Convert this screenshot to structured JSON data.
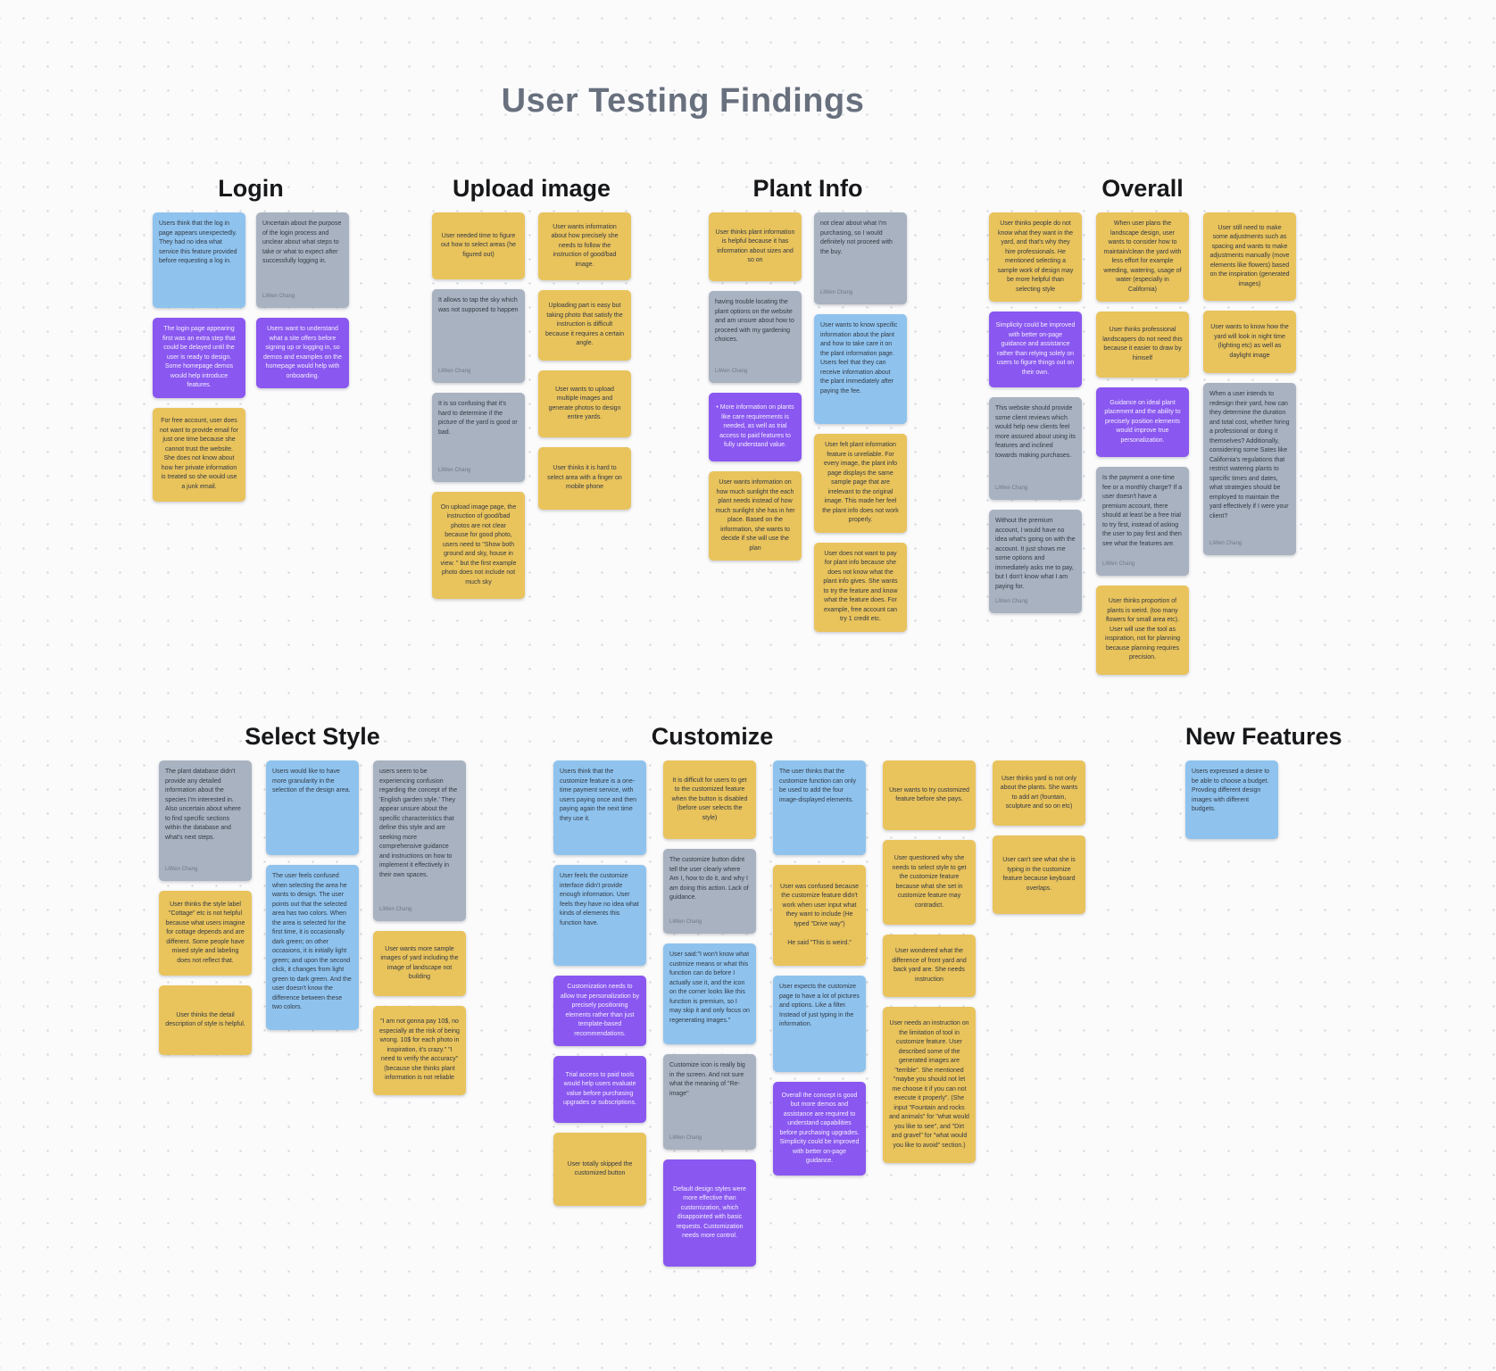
{
  "board": {
    "title": "User Testing Findings"
  },
  "palette": {
    "blue": "#8FC3EE",
    "gray": "#A9B2C0",
    "purple": "#8A57F0",
    "yellow": "#E9C35C"
  },
  "sections": [
    {
      "title": "Login",
      "columns": [
        {
          "notes": [
            {
              "color": "blue",
              "text": "Users think that the log in page appears unexpectedly. They had no idea what service this feature provided before requesting a log in."
            },
            {
              "color": "purple",
              "text": "The login page appearing first was an extra step that could be delayed until the user is ready to design. Some homepage demos would help introduce features."
            },
            {
              "color": "yellow",
              "text": "For free account, user does not want to provide email for just one time because she cannot trust the website. She does not know about how her private information is treated so she would use a junk email."
            }
          ]
        },
        {
          "notes": [
            {
              "color": "gray",
              "text": "Uncertain about the purpose of the login process and unclear about what steps to take or what to expect after successfully logging in.",
              "author": "LiWen Chang"
            },
            {
              "color": "purple",
              "text": "Users want to understand what a site offers before signing up or logging in, so demos and examples on the homepage would help with onboarding."
            }
          ]
        }
      ]
    },
    {
      "title": "Upload image",
      "columns": [
        {
          "notes": [
            {
              "color": "yellow",
              "text": "User needed time to figure out how to select areas (he figured out)"
            },
            {
              "color": "gray",
              "text": "It allows to tap the sky which was not supposed to happen",
              "author": "LiWen Chang"
            },
            {
              "color": "gray",
              "text": "It is so confusing that it's hard to determine if the picture of the yard is good or bad.",
              "author": "LiWen Chang"
            },
            {
              "color": "yellow",
              "text": "On upload image page, the instruction of good/bad photos are not clear because for good photo, users need to \"Show both ground and sky, house in view. \" but the first example photo does not include not much sky"
            }
          ]
        },
        {
          "notes": [
            {
              "color": "yellow",
              "text": "User wants information about how precisely she needs to follow the instruction of good/bad image."
            },
            {
              "color": "yellow",
              "text": "Uploading part is easy but taking photo that satisfy the instruction is difficult because it requires a certain angle."
            },
            {
              "color": "yellow",
              "text": "User wants to upload multiple images and generate photos to design entire yards."
            },
            {
              "color": "yellow",
              "text": "User thinks it is hard to select area with a finger on mobile phone"
            }
          ]
        }
      ]
    },
    {
      "title": "Plant Info",
      "columns": [
        {
          "notes": [
            {
              "color": "yellow",
              "text": "User thinks plant information is helpful because it has information about sizes and so on"
            },
            {
              "color": "gray",
              "text": "having trouble locating the plant options on the website and am unsure about how to proceed with my gardening choices.",
              "author": "LiWen Chang"
            },
            {
              "color": "purple",
              "text": "•  More information on plants like care requirements is needed, as well as trial access to paid features to fully understand value."
            },
            {
              "color": "yellow",
              "text": "User wants information on how much sunlight the each plant needs instead of how much sunlight she has in her place. Based on the information, she wants to decide if she will use the plan"
            }
          ]
        },
        {
          "notes": [
            {
              "color": "gray",
              "text": "not clear about what I'm purchasing, so I would definitely not proceed with the buy.",
              "author": "LiWen Chang"
            },
            {
              "color": "blue",
              "text": "User wants to know specific information about the plant and how to take care it on the plant information page. Users feel that they can receive information about the plant immediately after paying the fee."
            },
            {
              "color": "yellow",
              "text": "User felt plant information feature is unreliable. For every image, the plant info page displays the same sample page that are irrelevant to the original image. This made her feel the plant info does not work properly."
            },
            {
              "color": "yellow",
              "text": "User does not want to pay for plant info because she does not know what the plant info gives. She wants to try the feature and know what the feature does. For example, free account can try 1 credit etc."
            }
          ]
        }
      ]
    },
    {
      "title": "Overall",
      "columns": [
        {
          "notes": [
            {
              "color": "yellow",
              "text": "User thinks people do not know what they want in the yard, and that's why they hire professionals. He mentioned selecting a sample work of design may be more helpful than selecting style"
            },
            {
              "color": "purple",
              "text": "Simplicity could be improved with better on-page guidance and assistance rather than relying solely on users to figure things out on their own."
            },
            {
              "color": "gray",
              "text": "This website should provide some client reviews which would help new clients feel more assured about using its features and inclined towards making purchases.",
              "author": "LiWen Chang"
            },
            {
              "color": "gray",
              "text": "Without the premium account, I would have no idea what's going on with the account. It just shows me some options and immediately asks me to pay, but I don't know what I am paying for.",
              "author": "LiWen Chang"
            }
          ]
        },
        {
          "notes": [
            {
              "color": "yellow",
              "text": "When user plans the landscape design, user wants to consider how to maintain/clean the yard with less effort for example weeding, watering, usage of water (especially in California)"
            },
            {
              "color": "yellow",
              "text": "User thinks professional landscapers do not need this because it easier to draw by himself"
            },
            {
              "color": "purple",
              "text": "Guidance on ideal plant placement and the ability to precisely position elements would improve true personalization."
            },
            {
              "color": "gray",
              "text": "Is the payment a one-time fee or a monthly charge? If a user doesn't have a premium account, there should at least be a free trial to try first, instead of asking the user to pay first and then see what the features are.",
              "author": "LiWen Chang"
            },
            {
              "color": "yellow",
              "text": "User thinks proportion of plants is weird. (too many flowers for small area etc). User will use the tool as inspiration, not for planning because planning requires precision."
            }
          ]
        },
        {
          "notes": [
            {
              "color": "yellow",
              "text": "User still need to make some adjustments such as spacing and wants to make adjustments manually (move elements like flowers) based on the inspiration (generated images)"
            },
            {
              "color": "yellow",
              "text": "User wants to know how the yard will look in night time (lighting etc) as well as daylight image"
            },
            {
              "color": "gray",
              "text": "When a user intends to redesign their yard, how can they determine the duration and total cost, whether hiring a professional or doing it themselves? Additionally, considering some Sates like California's regulations that restrict watering plants to specific times and dates, what strategies should be employed to maintain the yard effectively if I were your client?",
              "author": "LiWen Chang"
            }
          ]
        }
      ]
    },
    {
      "title": "Select Style",
      "columns": [
        {
          "notes": [
            {
              "color": "gray",
              "text": "The plant database didn't provide any detailed information about the species I'm interested in. Also uncertain about where to find specific sections within the database and what's next steps.",
              "author": "LiWen Chang"
            },
            {
              "color": "yellow",
              "text": "User thinks the style label \"Cottage\" etc is not helpful because what users imagine for cottage depends and are different. Some people have mixed style and labeling does not reflect that."
            },
            {
              "color": "yellow",
              "text": "User thinks the detail description of style is helpful."
            }
          ]
        },
        {
          "notes": [
            {
              "color": "blue",
              "text": "Users would like to have more granularity in the selection of the design area."
            },
            {
              "color": "blue",
              "text": "The user feels confused when selecting the area he wants to design. The user points out that the selected area has two colors. When the area is selected for the first time, it is occasionally dark green; on other occasions, it is initially light green; and upon the second click, it changes from light green to dark green. And the user doesn't know the difference between these two colors."
            }
          ]
        },
        {
          "notes": [
            {
              "color": "gray",
              "text": "users seem to be experiencing confusion regarding the concept of the 'English garden style.' They appear unsure about the specific characteristics that define this style and are seeking more comprehensive guidance and instructions on how to implement it effectively in their own spaces.",
              "author": "LiWen Chang"
            },
            {
              "color": "yellow",
              "text": "User wants more sample images of yard including the image of landscape not building"
            },
            {
              "color": "yellow",
              "text": "\"I am not gonna pay 10$, no especially at the risk of being wrong. 10$ for each photo in inspiration, it's crazy.\"  \"I need to verify the accuracy\" (because she thinks plant information is not reliable"
            }
          ]
        }
      ]
    },
    {
      "title": "Customize",
      "columns": [
        {
          "notes": [
            {
              "color": "blue",
              "text": "Users  think that the customize feature is a one-time payment service, with users paying once and then paying again the next time they use it."
            },
            {
              "color": "blue",
              "text": "User feels the customize interface didn't provide enough information. User feels they have no idea what kinds of elements this function have."
            },
            {
              "color": "purple",
              "text": "Customization needs to allow true personalization by precisely positioning elements rather than just template-based recommendations."
            },
            {
              "color": "purple",
              "text": "Trial access to paid tools would help users evaluate value before purchasing upgrades or subscriptions."
            },
            {
              "color": "yellow",
              "text": "User totally skipped the customized button"
            }
          ]
        },
        {
          "notes": [
            {
              "color": "yellow",
              "text": "It is difficult for users to get to the customized feature when the button is disabled (before user selects the style)"
            },
            {
              "color": "gray",
              "text": "The customize button didnt tell the user clearly where Am I, how to do it, and why I am doing this action. Lack of guidance.",
              "author": "LiWen Chang"
            },
            {
              "color": "blue",
              "text": "User said:\"I won't know what custmize means or what this function can do before I actually use it, and the icon on the corner looks like this function is premium, so I may skip it and only focus on regenerating images.\""
            },
            {
              "color": "gray",
              "text": "Customize icon is really big in the screen. And not sure what the meaning of \"Re-image\"",
              "author": "LiWen Chang"
            },
            {
              "color": "purple",
              "text": "Default design styles were more effective than customization, which disappointed with basic requests. Customization needs more control."
            }
          ]
        },
        {
          "notes": [
            {
              "color": "blue",
              "text": "The user thinks that the customize function can only be used to add the four image-displayed elements."
            },
            {
              "color": "yellow",
              "text": "User was confused because the customize feature didn't work when user input what they want to include (He typed \"Drive way\")\n\nHe said \"This is weird.\""
            },
            {
              "color": "blue",
              "text": "User expects the customize page to have a lot of pictures and options. Like a filter. Instead of just typing in the information."
            },
            {
              "color": "purple",
              "text": "Overall the concept is good but more demos and assistance are required to understand capabilities before purchasing upgrades. Simplicity could be improved with better on-page guidance."
            }
          ]
        },
        {
          "notes": [
            {
              "color": "yellow",
              "text": "User wants to try customized feature before she pays."
            },
            {
              "color": "yellow",
              "text": "User questioned why she needs to select style to get the customize feature because what she set in customize feature may contradict."
            },
            {
              "color": "yellow",
              "text": "User wondered what the difference of front yard and back yard are. She needs instruction"
            },
            {
              "color": "yellow",
              "text": "User needs an instruction on the limitation of tool in customize feature. User described some of the generated images are \"terrible\". She mentioned \"maybe you should not let me choose it if you can not execute it properly\". (She input \"Fountain and rocks and animals\" for \"what would you like to see\", and \"Dirt and gravel\" for \"what would you like to avoid\" section.)"
            }
          ]
        },
        {
          "notes": [
            {
              "color": "yellow",
              "text": "User thinks yard is not only about the plants. She wants to add art (fountain, sculpture and so on etc)"
            },
            {
              "color": "yellow",
              "text": "User can't see what she is typing in the customize feature because keyboard overlaps."
            }
          ]
        }
      ]
    },
    {
      "title": "New Features",
      "columns": [
        {
          "notes": [
            {
              "color": "blue",
              "text": "Users expressed a desire to be able to choose a budget. Provding different design images with different budgets."
            }
          ]
        }
      ]
    }
  ]
}
